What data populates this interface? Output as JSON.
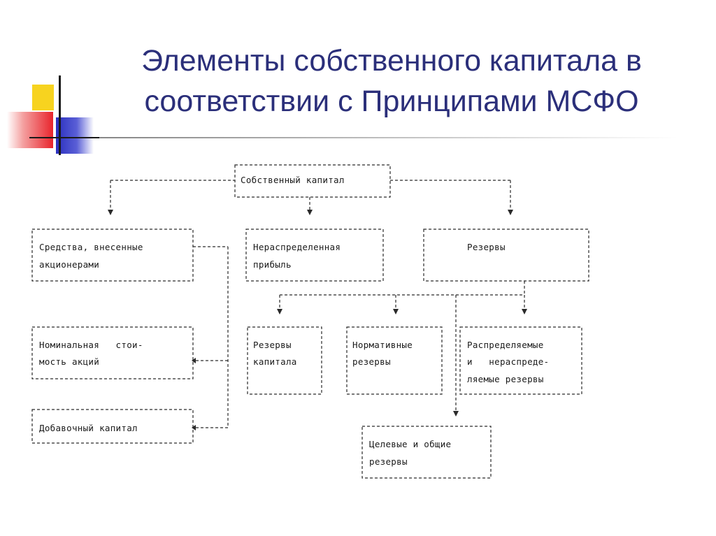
{
  "title": {
    "line1": "Элементы собственного капитала в",
    "line2": "соответствии с Принципами МСФО"
  },
  "diagram": {
    "root": "Собственный капитал",
    "left": {
      "contributed": [
        "Средства, внесенные",
        "акционерами"
      ],
      "nominal": [
        "Номинальная   стои-",
        "мость акций"
      ],
      "additional": [
        "Добавочный капитал"
      ]
    },
    "middle": {
      "retained": [
        "Нераспределенная",
        "прибыль"
      ]
    },
    "right": {
      "reserves": "Резервы",
      "capital_reserves": [
        "Резервы",
        "капитала"
      ],
      "normative_reserves": [
        "Нормативные",
        "резервы"
      ],
      "distributable_reserves": [
        "Распределяемые",
        "и   нераспреде-",
        "ляемые резервы"
      ],
      "target_reserves": [
        "Целевые и общие",
        "резервы"
      ]
    },
    "colors": {
      "line": "#2a2a2a",
      "title": "#2b2f7a"
    }
  }
}
